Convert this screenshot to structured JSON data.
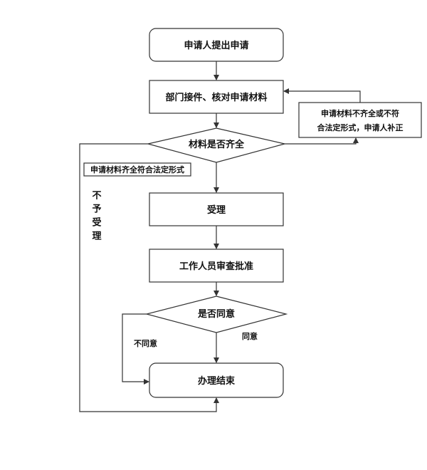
{
  "nodes": {
    "start": "申请人提出申请",
    "dept_receive": "部门接件、核对申请材料",
    "check_complete": "材料是否齐全",
    "supplement_line1": "申请材料不齐全或不符",
    "supplement_line2": "合法定形式，申请人补正",
    "accept": "受理",
    "review": "工作人员审查批准",
    "agree_decision": "是否同意",
    "end": "办理结束"
  },
  "labels": {
    "complete_ok": "申请材料齐全符合法定形式",
    "not_accept": "不予受理",
    "disagree": "不同意",
    "agree": "同意"
  }
}
